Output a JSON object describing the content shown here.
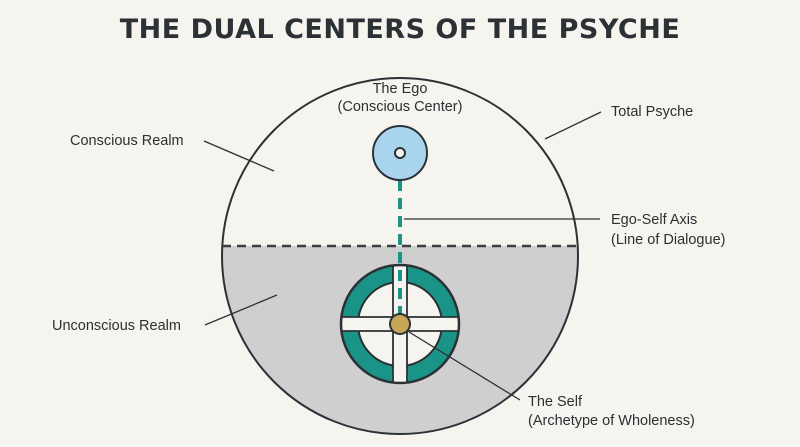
{
  "title": "THE DUAL CENTERS OF THE PSYCHE",
  "labels": {
    "ego_line1": "The Ego",
    "ego_line2": "(Conscious Center)",
    "total_psyche": "Total Psyche",
    "conscious_realm": "Conscious Realm",
    "axis_line1": "Ego-Self Axis",
    "axis_line2": "(Line of Dialogue)",
    "unconscious_realm": "Unconscious Realm",
    "self_line1": "The Self",
    "self_line2": "(Archetype of Wholeness)"
  },
  "colors": {
    "conscious_fill": "#f5f4ef",
    "unconscious_fill": "#cfcfcf",
    "ego_fill": "#a9d4ee",
    "self_ring": "#1a9486",
    "self_center": "#c8a656",
    "axis": "#1a9486",
    "outline": "#2b3135"
  }
}
